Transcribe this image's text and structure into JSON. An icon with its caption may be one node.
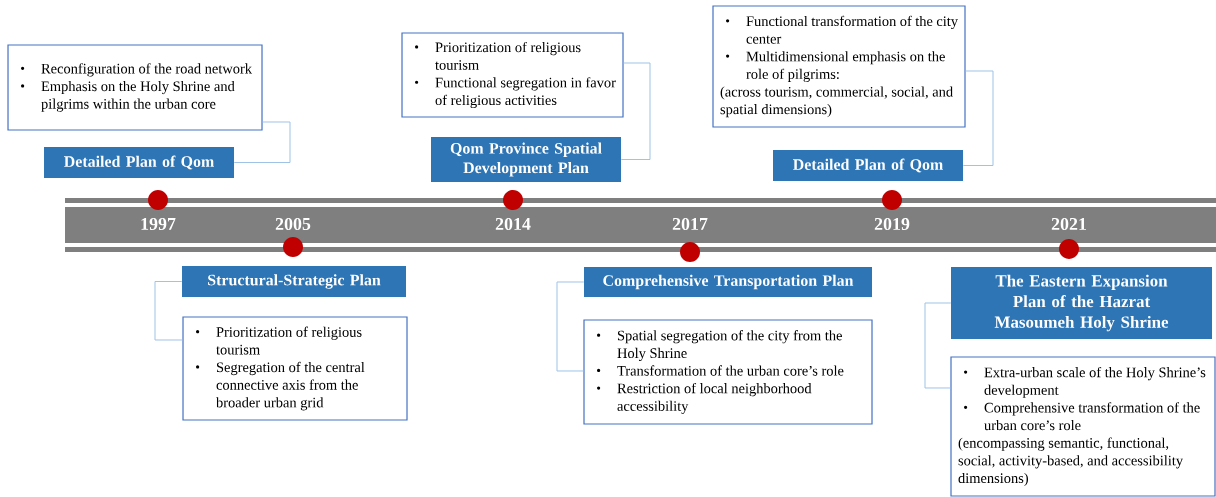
{
  "diagram": {
    "nodes": [
      {
        "text": [
          "Detailed Plan of Qom"
        ]
      },
      {
        "text": [
          "Reconfiguration of the road network",
          "Emphasis on the Holy Shrine and pilgrims within the urban core"
        ]
      },
      {
        "text": [
          "Structural-Strategic Plan"
        ]
      },
      {
        "text": [
          "Prioritization of religious tourism",
          "Segregation of the central connective axis from the broader urban grid"
        ]
      },
      {
        "text": [
          "Qom Province Spatial Development Plan"
        ]
      },
      {
        "text": [
          "Prioritization of religious tourism",
          "Functional segregation in favor of religious activities"
        ]
      },
      {
        "text": [
          "Comprehensive Transportation Plan"
        ]
      },
      {
        "text": [
          "Spatial segregation of the city from the Holy Shrine",
          "Transformation of the urban core’s role",
          "Restriction of local neighborhood accessibility"
        ]
      },
      {
        "text": [
          "Detailed Plan of Qom"
        ]
      },
      {
        "text": [
          "Functional transformation of the city center",
          "Multidimensional emphasis on the role of pilgrims:",
          "(across tourism, commercial, social, and spatial dimensions)"
        ]
      },
      {
        "text": [
          "The Eastern Expansion Plan of the Hazrat Masoumeh Holy Shrine"
        ]
      },
      {
        "text": [
          "Extra-urban scale of the Holy Shrine’s development",
          "Comprehensive transformation of the urban core’s role",
          "(encompassing semantic, functional, social, activity-based, and accessibility dimensions)"
        ]
      }
    ],
    "edges": [
      {
        "from": 0,
        "to": 1,
        "arrow": "none"
      },
      {
        "from": 2,
        "to": 3,
        "arrow": "none"
      },
      {
        "from": 4,
        "to": 5,
        "arrow": "none"
      },
      {
        "from": 6,
        "to": 7,
        "arrow": "none"
      },
      {
        "from": 8,
        "to": 9,
        "arrow": "none"
      },
      {
        "from": 10,
        "to": 11,
        "arrow": "none"
      }
    ],
    "labels": [
      "1997",
      "2005",
      "2014",
      "2017",
      "2019",
      "2021"
    ]
  }
}
